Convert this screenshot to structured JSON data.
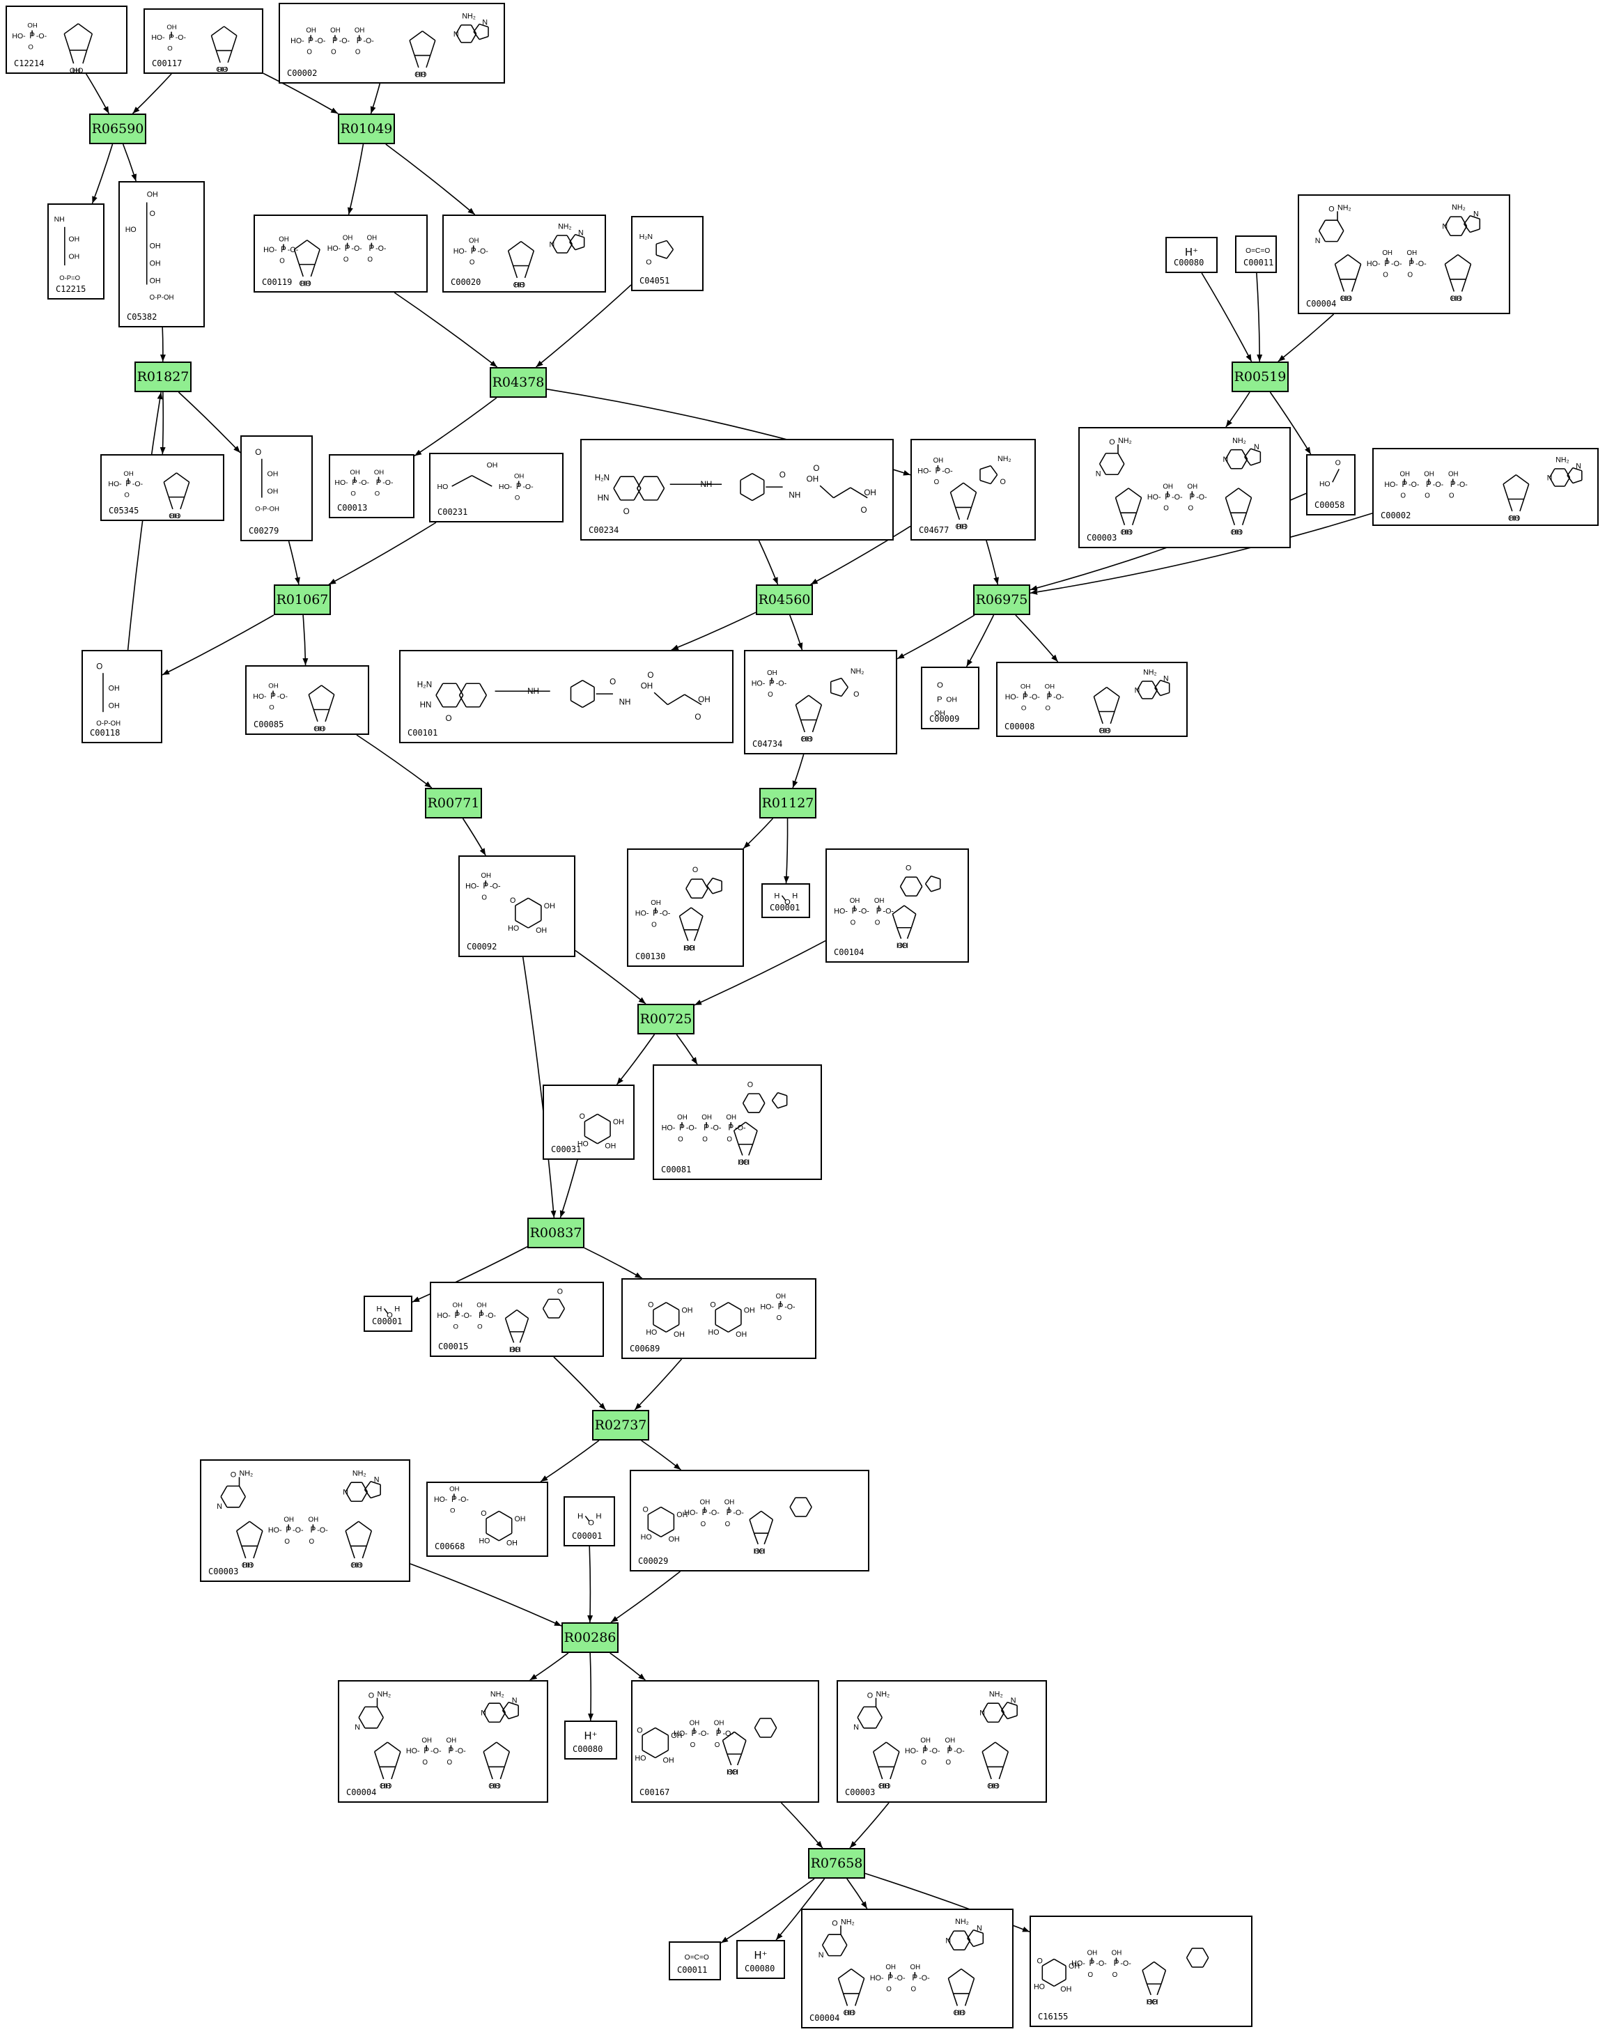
{
  "diagram": {
    "colors": {
      "reaction_fill": "#90ee90",
      "compound_border": "#000000",
      "edge": "#000000",
      "background": "#ffffff"
    },
    "reactions": [
      {
        "id": "R06590"
      },
      {
        "id": "R01049"
      },
      {
        "id": "R01827"
      },
      {
        "id": "R04378"
      },
      {
        "id": "R00519"
      },
      {
        "id": "R01067"
      },
      {
        "id": "R04560"
      },
      {
        "id": "R06975"
      },
      {
        "id": "R00771"
      },
      {
        "id": "R01127"
      },
      {
        "id": "R00725"
      },
      {
        "id": "R00837"
      },
      {
        "id": "R02737"
      },
      {
        "id": "R00286"
      },
      {
        "id": "R07658"
      }
    ],
    "compounds": [
      {
        "key": "c12214",
        "id": "C12214"
      },
      {
        "key": "c00117",
        "id": "C00117"
      },
      {
        "key": "c00002a",
        "id": "C00002"
      },
      {
        "key": "c12215",
        "id": "C12215"
      },
      {
        "key": "c05382",
        "id": "C05382"
      },
      {
        "key": "c00119",
        "id": "C00119"
      },
      {
        "key": "c00020",
        "id": "C00020"
      },
      {
        "key": "c04051",
        "id": "C04051"
      },
      {
        "key": "c00080a",
        "id": "C00080",
        "label": "H⁺"
      },
      {
        "key": "c00011a",
        "id": "C00011"
      },
      {
        "key": "c00004a",
        "id": "C00004"
      },
      {
        "key": "c05345",
        "id": "C05345"
      },
      {
        "key": "c00279",
        "id": "C00279"
      },
      {
        "key": "c00013",
        "id": "C00013"
      },
      {
        "key": "c00231",
        "id": "C00231"
      },
      {
        "key": "c00234",
        "id": "C00234"
      },
      {
        "key": "c04677",
        "id": "C04677"
      },
      {
        "key": "c00003a",
        "id": "C00003"
      },
      {
        "key": "c00058",
        "id": "C00058"
      },
      {
        "key": "c00002b",
        "id": "C00002"
      },
      {
        "key": "c00118",
        "id": "C00118"
      },
      {
        "key": "c00085",
        "id": "C00085"
      },
      {
        "key": "c00101",
        "id": "C00101"
      },
      {
        "key": "c04734",
        "id": "C04734"
      },
      {
        "key": "c00009",
        "id": "C00009"
      },
      {
        "key": "c00008",
        "id": "C00008"
      },
      {
        "key": "c00092",
        "id": "C00092"
      },
      {
        "key": "c00130",
        "id": "C00130"
      },
      {
        "key": "c00001a",
        "id": "C00001"
      },
      {
        "key": "c00104",
        "id": "C00104"
      },
      {
        "key": "c00031",
        "id": "C00031"
      },
      {
        "key": "c00081",
        "id": "C00081"
      },
      {
        "key": "c00001b",
        "id": "C00001"
      },
      {
        "key": "c00015",
        "id": "C00015"
      },
      {
        "key": "c00689",
        "id": "C00689"
      },
      {
        "key": "c00003b",
        "id": "C00003"
      },
      {
        "key": "c00668",
        "id": "C00668"
      },
      {
        "key": "c00001c",
        "id": "C00001"
      },
      {
        "key": "c00029",
        "id": "C00029"
      },
      {
        "key": "c00004b",
        "id": "C00004"
      },
      {
        "key": "c00080b",
        "id": "C00080",
        "label": "H⁺"
      },
      {
        "key": "c00167",
        "id": "C00167"
      },
      {
        "key": "c00003c",
        "id": "C00003"
      },
      {
        "key": "c00011b",
        "id": "C00011"
      },
      {
        "key": "c00080c",
        "id": "C00080",
        "label": "H⁺"
      },
      {
        "key": "c00004c",
        "id": "C00004"
      },
      {
        "key": "c16155",
        "id": "C16155"
      }
    ],
    "edges": [
      [
        "c12214",
        "R06590"
      ],
      [
        "c00117",
        "R06590"
      ],
      [
        "c00117",
        "R01049"
      ],
      [
        "c00002a",
        "R01049"
      ],
      [
        "R06590",
        "c12215"
      ],
      [
        "R06590",
        "c05382"
      ],
      [
        "R01049",
        "c00119"
      ],
      [
        "R01049",
        "c00020"
      ],
      [
        "c05382",
        "R01827"
      ],
      [
        "c00118",
        "R01827"
      ],
      [
        "R01827",
        "c05345"
      ],
      [
        "R01827",
        "c00279"
      ],
      [
        "c00119",
        "R04378"
      ],
      [
        "c04051",
        "R04378"
      ],
      [
        "R04378",
        "c00013"
      ],
      [
        "R04378",
        "c04677"
      ],
      [
        "c00080a",
        "R00519"
      ],
      [
        "c00011a",
        "R00519"
      ],
      [
        "c00004a",
        "R00519"
      ],
      [
        "R00519",
        "c00003a"
      ],
      [
        "R00519",
        "c00058"
      ],
      [
        "c00279",
        "R01067"
      ],
      [
        "c00231",
        "R01067"
      ],
      [
        "R01067",
        "c00118"
      ],
      [
        "R01067",
        "c00085"
      ],
      [
        "c00234",
        "R04560"
      ],
      [
        "c04677",
        "R04560"
      ],
      [
        "c04677",
        "R06975"
      ],
      [
        "c00058",
        "R06975"
      ],
      [
        "c00002b",
        "R06975"
      ],
      [
        "R04560",
        "c00101"
      ],
      [
        "R04560",
        "c04734"
      ],
      [
        "R06975",
        "c04734"
      ],
      [
        "R06975",
        "c00009"
      ],
      [
        "R06975",
        "c00008"
      ],
      [
        "c00085",
        "R00771"
      ],
      [
        "R00771",
        "c00092"
      ],
      [
        "c04734",
        "R01127"
      ],
      [
        "R01127",
        "c00130"
      ],
      [
        "R01127",
        "c00001a"
      ],
      [
        "c00092",
        "R00725"
      ],
      [
        "c00104",
        "R00725"
      ],
      [
        "c00092",
        "R00837"
      ],
      [
        "R00725",
        "c00031"
      ],
      [
        "R00725",
        "c00081"
      ],
      [
        "c00031",
        "R00837"
      ],
      [
        "R00837",
        "c00001b"
      ],
      [
        "R00837",
        "c00689"
      ],
      [
        "c00015",
        "R02737"
      ],
      [
        "c00689",
        "R02737"
      ],
      [
        "R02737",
        "c00668"
      ],
      [
        "R02737",
        "c00029"
      ],
      [
        "c00003b",
        "R00286"
      ],
      [
        "c00001c",
        "R00286"
      ],
      [
        "c00029",
        "R00286"
      ],
      [
        "R00286",
        "c00004b"
      ],
      [
        "R00286",
        "c00080b"
      ],
      [
        "R00286",
        "c00167"
      ],
      [
        "c00167",
        "R07658"
      ],
      [
        "c00003c",
        "R07658"
      ],
      [
        "R07658",
        "c00011b"
      ],
      [
        "R07658",
        "c00080c"
      ],
      [
        "R07658",
        "c00004c"
      ],
      [
        "R07658",
        "c16155"
      ]
    ]
  }
}
